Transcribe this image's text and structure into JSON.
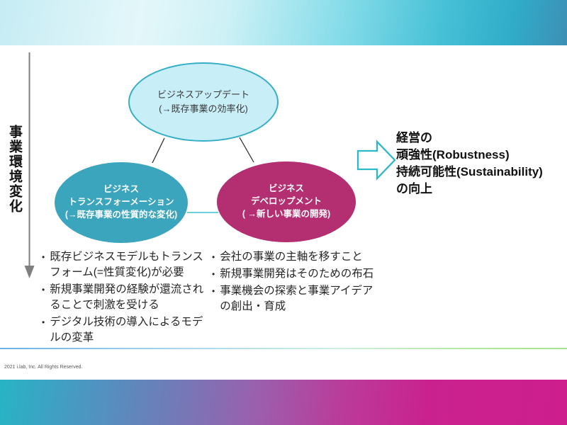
{
  "slide": {
    "vertical_label": "事業環境変化",
    "bullet_char": "•",
    "diagram": {
      "top_ellipse": {
        "lines": [
          "ビジネスアップデート",
          "(→既存事業の効率化)"
        ]
      },
      "left_ellipse": {
        "lines": [
          "ビジネス",
          "トランスフォーメーション",
          "(→既存事業の性質的な変化)"
        ]
      },
      "right_ellipse": {
        "lines": [
          "ビジネス",
          "デベロップメント",
          "( →新しい事業の開発)"
        ]
      }
    },
    "outcome": {
      "lines": [
        "経営の",
        "頑強性(Robustness)",
        "持続可能性(Sustainability)",
        "の向上"
      ]
    },
    "left_bullets": [
      "既存ビジネスモデルもトランスフォーム(=性質変化)が必要",
      "新規事業開発の経験が還流されることで刺激を受ける",
      "デジタル技術の導入によるモデルの変革"
    ],
    "right_bullets": [
      "会社の事業の主軸を移すこと",
      "新規事業開発はそのための布石",
      "事業機会の探索と事業アイデアの創出・育成"
    ],
    "footer": "2021 i.lab, Inc. All Rights Reserved.",
    "colors": {
      "top_ellipse_fill": "#c8eef8",
      "top_ellipse_border": "#35aec6",
      "left_ellipse_fill": "#3ba5be",
      "right_ellipse_fill": "#b42e72",
      "outcome_arrow_outline": "#2bb8c8",
      "connector_teal": "#3fbfd2",
      "down_arrow_gray": "#7f7f7f",
      "band_top_left": "#c6ecf4",
      "band_top_right": "#3d8fb5",
      "band_bottom_left": "#27b4c5",
      "band_bottom_right": "#ce1e8d"
    }
  }
}
